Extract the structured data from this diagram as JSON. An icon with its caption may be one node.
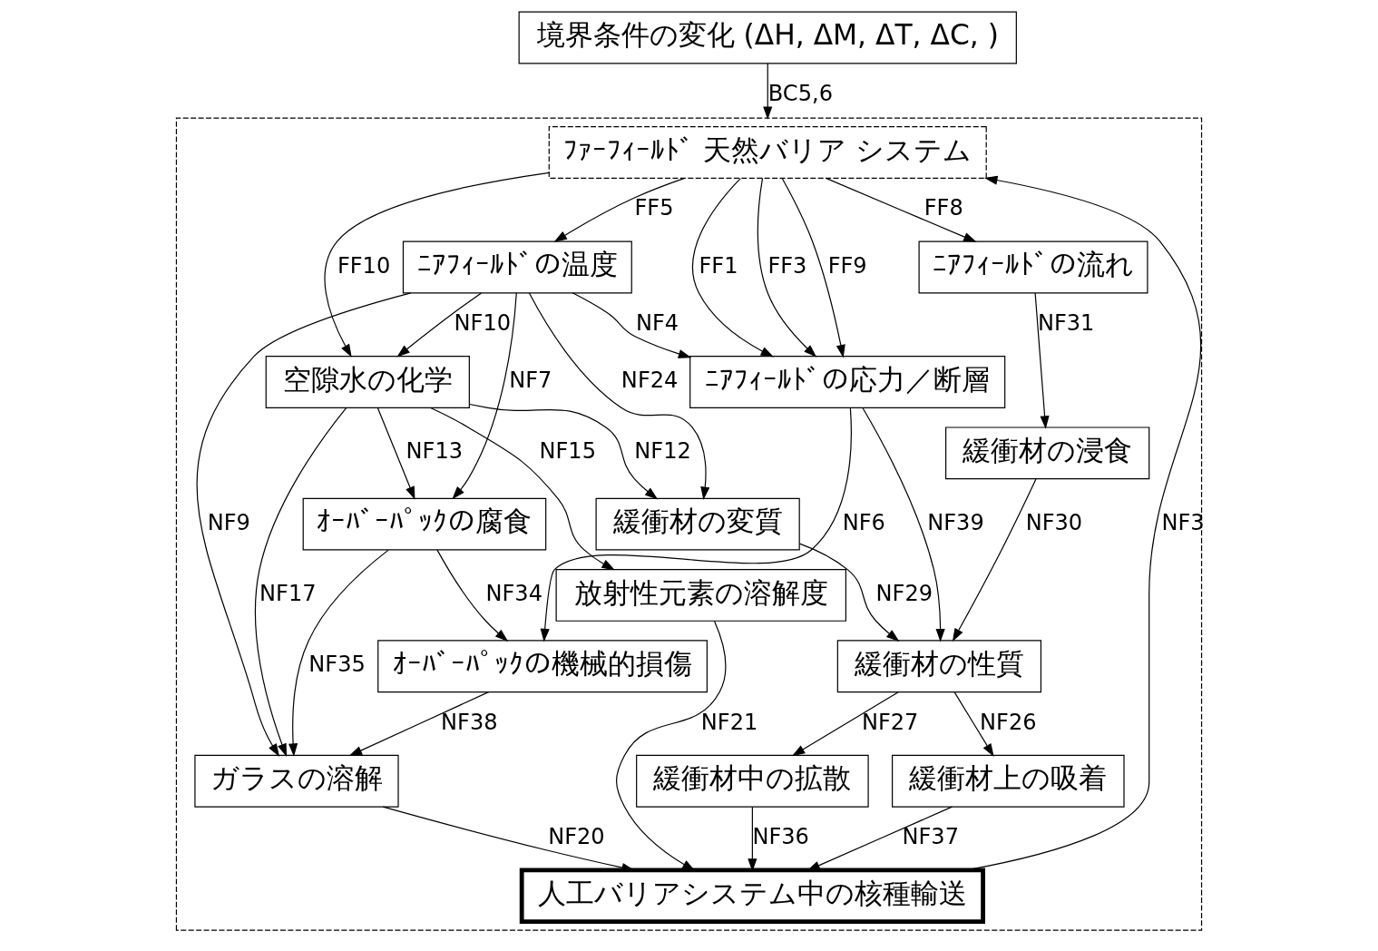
{
  "diagram": {
    "nodes": [
      {
        "text": [
          "境界条件の変化 (ΔH, ΔM, ΔT, ΔC, )"
        ]
      },
      {
        "text": [],
        "shape": "box"
      },
      {
        "text": [
          "ﾌｧｰﾌｨｰﾙﾄﾞ 天然バリア システム"
        ],
        "in": 1
      },
      {
        "text": [
          "ﾆｱﾌｨｰﾙﾄﾞの応力／断層"
        ],
        "in": 1
      },
      {
        "text": [
          "ﾆｱﾌｨｰﾙﾄﾞの温度"
        ],
        "in": 1
      },
      {
        "text": [
          "空隙水の化学"
        ],
        "in": 1
      },
      {
        "text": [
          "緩衝材の性質"
        ],
        "in": 1
      },
      {
        "text": [
          "緩衝材の変質"
        ],
        "in": 1
      },
      {
        "text": [
          "緩衝材の浸食"
        ],
        "in": 1
      },
      {
        "text": [
          "ﾆｱﾌｨｰﾙﾄﾞの流れ"
        ],
        "in": 1
      },
      {
        "text": [
          "緩衝材中の拡散"
        ],
        "in": 1
      },
      {
        "text": [
          "緩衝材上の吸着"
        ],
        "in": 1
      },
      {
        "text": [
          "ｵｰﾊﾞｰﾊﾟｯｸの腐食"
        ],
        "in": 1
      },
      {
        "text": [
          "ｵｰﾊﾞｰﾊﾟｯｸの機械的損傷"
        ],
        "in": 1
      },
      {
        "text": [
          "ガラスの溶解"
        ],
        "in": 1
      },
      {
        "text": [
          "放射性元素の溶解度"
        ],
        "in": 1
      },
      {
        "text": [
          "人工バリアシステム中の核種輸送"
        ],
        "in": 1
      }
    ],
    "edges": [
      {
        "from": 0,
        "to": 1,
        "arrow": "to",
        "label": "BC5,6"
      },
      {
        "from": 2,
        "to": 4,
        "arrow": "to",
        "label": "FF5"
      },
      {
        "from": 2,
        "to": 3,
        "arrow": "to",
        "label": "FF9"
      },
      {
        "from": 4,
        "to": 3,
        "arrow": "to",
        "label": "NF4"
      },
      {
        "from": 4,
        "to": 14,
        "arrow": "to",
        "label": "NF9"
      },
      {
        "from": 2,
        "to": 3,
        "arrow": "to",
        "label": "FF1"
      },
      {
        "from": 2,
        "to": 3,
        "arrow": "to",
        "label": "FF3"
      },
      {
        "from": 4,
        "to": 5,
        "arrow": "to",
        "label": "NF10"
      },
      {
        "from": 5,
        "to": 14,
        "arrow": "to",
        "label": "NF17"
      },
      {
        "from": 4,
        "to": 7,
        "arrow": "to",
        "label": "NF24"
      },
      {
        "from": 2,
        "to": 5,
        "arrow": "to",
        "label": "FF10"
      },
      {
        "from": 5,
        "to": 7,
        "arrow": "to",
        "label": "NF12"
      },
      {
        "from": 3,
        "to": 6,
        "arrow": "to",
        "label": "NF39"
      },
      {
        "from": 5,
        "to": 12,
        "arrow": "to",
        "label": "NF13"
      },
      {
        "from": 6,
        "to": 10,
        "arrow": "to",
        "label": "NF27"
      },
      {
        "from": 7,
        "to": 6,
        "arrow": "to",
        "label": "NF29"
      },
      {
        "from": 4,
        "to": 12,
        "arrow": "to",
        "label": "NF7"
      },
      {
        "from": 3,
        "to": 13,
        "arrow": "to",
        "label": "NF6"
      },
      {
        "from": 12,
        "to": 14,
        "arrow": "to",
        "label": "NF35"
      },
      {
        "from": 12,
        "to": 13,
        "arrow": "to",
        "label": "NF34"
      },
      {
        "from": 13,
        "to": 14,
        "arrow": "to",
        "label": "NF38"
      },
      {
        "from": 5,
        "to": 15,
        "arrow": "to",
        "label": "NF15"
      },
      {
        "from": 8,
        "to": 6,
        "arrow": "to",
        "label": "NF30"
      },
      {
        "from": 6,
        "to": 11,
        "arrow": "to",
        "label": "NF26"
      },
      {
        "from": 14,
        "to": 16,
        "arrow": "to",
        "label": "NF20"
      },
      {
        "from": 9,
        "to": 8,
        "arrow": "to",
        "label": "NF31"
      },
      {
        "from": 11,
        "to": 16,
        "arrow": "to",
        "label": "NF37"
      },
      {
        "from": 10,
        "to": 16,
        "arrow": "to",
        "label": "NF36"
      },
      {
        "from": 2,
        "to": 9,
        "arrow": "to",
        "label": "FF8"
      },
      {
        "from": 15,
        "to": 16,
        "arrow": "to",
        "label": "NF21"
      },
      {
        "from": 16,
        "to": 2,
        "arrow": "to",
        "label": "NF3"
      }
    ]
  }
}
